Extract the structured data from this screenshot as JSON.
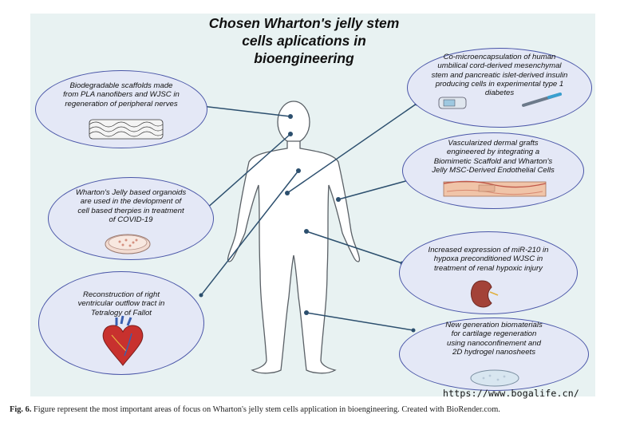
{
  "figure": {
    "title_line1": "Chosen Wharton's jelly stem",
    "title_line2": "cells aplications in",
    "title_line3": "bioengineering",
    "applications": {
      "scaffolds": [
        "Biodegradable scaffolds made",
        "from PLA nanofibers and WJSC in",
        "regeneration of peripheral nerves"
      ],
      "organoids": [
        "Wharton's Jelly based organoids",
        "are used in the devlopment of",
        "cell based therpies in treatment",
        "of COVID-19"
      ],
      "tetralogy": [
        "Reconstruction of  right",
        "ventricular outflow tract in",
        "Tetralogy of Fallot"
      ],
      "diabetes": [
        "Co-microencapsulation of human",
        "umbilical cord-derived mesenchymal",
        "stem and pancreatic islet-derived insulin",
        "producing cells in experimental type 1",
        "diabetes"
      ],
      "dermal": [
        "Vascularized dermal grafts",
        "engineered by integrating a",
        "Biomimetic Scaffold and Wharton's",
        "Jelly MSC-Derived Endothelial Cells"
      ],
      "renal": [
        "Increased expression of miR-210 in",
        "hypoxa preconditioned WJSC in",
        "treatment of renal hypoxic injury"
      ],
      "cartilage": [
        "New generation biomaterials",
        "for cartilage regeneration",
        "using nanoconfinement and",
        "2D hydrogel nanosheets"
      ]
    },
    "icons": [
      "nanofiber-mesh-icon",
      "petri-dish-icon",
      "heart-icon",
      "glucometer-icon",
      "insulin-pen-icon",
      "skin-graft-icon",
      "kidney-icon",
      "hydrogel-dish-icon",
      "human-silhouette-icon"
    ],
    "colors": {
      "panel": "#e8f2f2",
      "bubble_border": "#4a56a8",
      "bubble_fill": "#e4e8f6",
      "connector": "#2c4f6e"
    }
  },
  "caption": {
    "label": "Fig. 6.",
    "text": " Figure represent the most important areas of focus on Wharton's jelly stem cells application in bioengineering. Created with BioRender.com."
  },
  "watermark": "https://www.bogalife.cn/"
}
